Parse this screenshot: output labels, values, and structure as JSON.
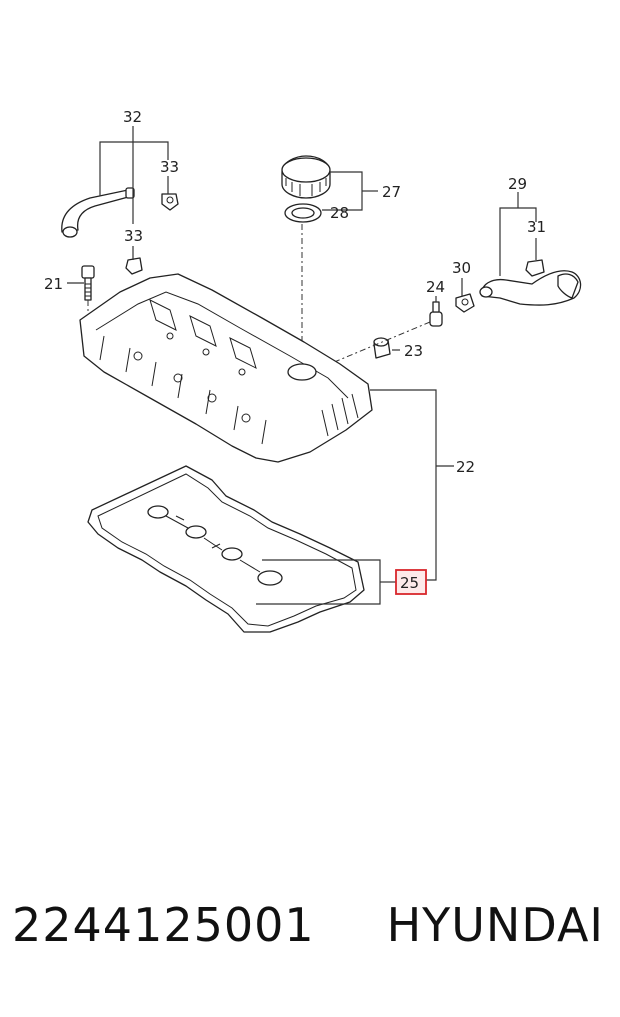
{
  "diagram": {
    "callouts": {
      "c32": "32",
      "c33a": "33",
      "c33b": "33",
      "c21": "21",
      "c27": "27",
      "c28": "28",
      "c29": "29",
      "c31": "31",
      "c30": "30",
      "c24": "24",
      "c23": "23",
      "c22": "22",
      "c25": "25"
    },
    "highlight_color": "#d9262b"
  },
  "footer": {
    "part_number": "2244125001",
    "brand": "HYUNDAI"
  }
}
